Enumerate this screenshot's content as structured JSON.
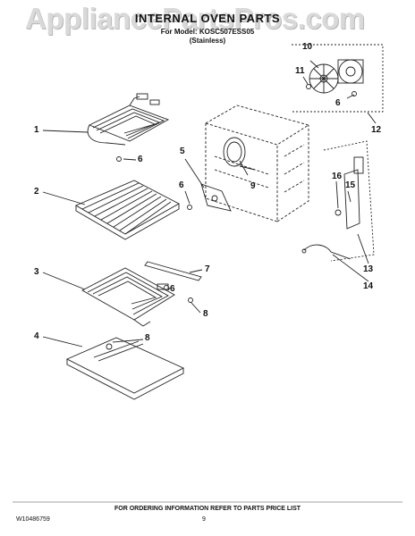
{
  "watermark": "AppliancePartsPros.com",
  "header": {
    "title": "INTERNAL OVEN PARTS",
    "model_line": "For Model: KOSC507ESS05",
    "finish": "(Stainless)"
  },
  "callouts": [
    "1",
    "2",
    "3",
    "4",
    "5",
    "6",
    "6",
    "6",
    "7",
    "8",
    "8",
    "9",
    "10",
    "11",
    "6",
    "12",
    "13",
    "14",
    "15",
    "16"
  ],
  "footer": {
    "ordering": "FOR ORDERING INFORMATION REFER TO PARTS PRICE LIST",
    "doc_number": "W10486759",
    "page": "9"
  }
}
